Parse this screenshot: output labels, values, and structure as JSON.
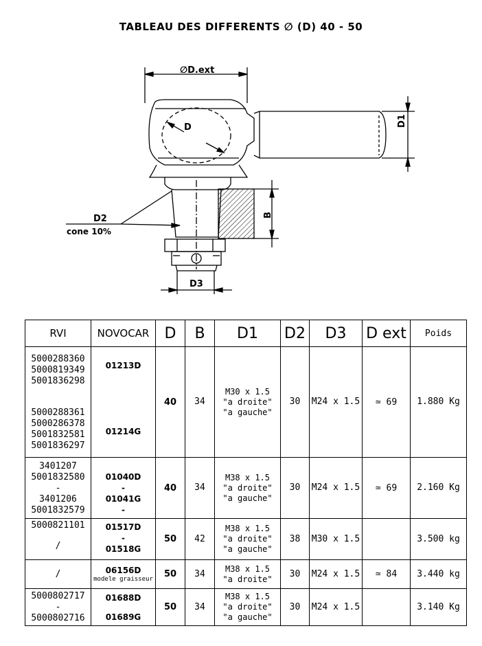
{
  "title": "TABLEAU DES DIFFERENTS  ∅ (D) 40 - 50",
  "drawing": {
    "labels": {
      "dext": "∅D.ext",
      "d": "D",
      "d1": "D1",
      "d2": "D2",
      "cone": "cone 10%",
      "b": "B",
      "d3": "D3"
    }
  },
  "table": {
    "headers": [
      "RVI",
      "NOVOCAR",
      "D",
      "B",
      "D1",
      "D2",
      "D3",
      "D ext",
      "Poids"
    ],
    "rows": [
      {
        "rvi_top": [
          "5000288360",
          "5000819349",
          "5001836298"
        ],
        "rvi_bottom": [
          "5000288361",
          "5000286378",
          "5001832581",
          "5001836297"
        ],
        "novocar_top": "01213D",
        "novocar_bottom": "01214G",
        "d": "40",
        "b": "34",
        "d1": [
          "M30 x 1.5",
          "\"a droite\"",
          "\"a gauche\""
        ],
        "d2": "30",
        "d3": "M24 x 1.5",
        "dext": "≃ 69",
        "poids": "1.880 Kg"
      },
      {
        "rvi": [
          "3401207",
          "5001832580",
          "-",
          "3401206",
          "5001832579"
        ],
        "novocar": [
          "01040D",
          "-",
          "01041G",
          "-"
        ],
        "d": "40",
        "b": "34",
        "d1": [
          "M38 x 1.5",
          "\"a droite\"",
          "\"a gauche\""
        ],
        "d2": "30",
        "d3": "M24 x 1.5",
        "dext": "≃ 69",
        "poids": "2.160 Kg"
      },
      {
        "rvi": [
          "5000821101",
          "/"
        ],
        "novocar": [
          "01517D",
          "-",
          "01518G"
        ],
        "d": "50",
        "b": "42",
        "d1": [
          "M38 x 1.5",
          "\"a droite\"",
          "\"a gauche\""
        ],
        "d2": "38",
        "d3": "M30 x 1.5",
        "dext": "",
        "poids": "3.500 kg"
      },
      {
        "rvi": [
          "/"
        ],
        "novocar": [
          "06156D"
        ],
        "novocar_note": "modele graisseur",
        "d": "50",
        "b": "34",
        "d1": [
          "M38 x 1.5",
          "\"a droite\""
        ],
        "d2": "30",
        "d3": "M24 x 1.5",
        "dext": "≃ 84",
        "poids": "3.440 kg"
      },
      {
        "rvi": [
          "5000802717",
          "-",
          "5000802716"
        ],
        "novocar": [
          "01688D",
          "01689G"
        ],
        "d": "50",
        "b": "34",
        "d1": [
          "M38 x 1.5",
          "\"a droite\"",
          "\"a gauche\""
        ],
        "d2": "30",
        "d3": "M24 x 1.5",
        "dext": "",
        "poids": "3.140 Kg"
      }
    ]
  }
}
